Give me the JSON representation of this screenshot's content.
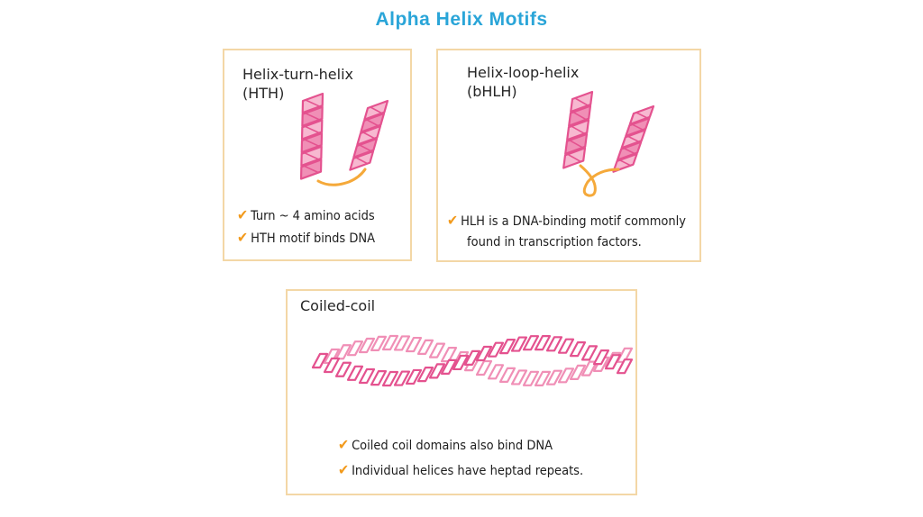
{
  "slide": {
    "title": "Alpha Helix Motifs"
  },
  "panels": {
    "hth": {
      "heading_line1": "Helix-turn-helix",
      "heading_line2": "(HTH)",
      "bullets": [
        "Turn ~ 4 amino acids",
        "HTH motif binds DNA"
      ]
    },
    "bhlh": {
      "heading_line1": "Helix-loop-helix",
      "heading_line2": "(bHLH)",
      "bullets": [
        "HLH is a DNA-binding motif commonly",
        "found in transcription factors."
      ]
    },
    "coil": {
      "heading": "Coiled-coil",
      "bullets": [
        "Coiled coil domains also bind DNA",
        "Individual helices have heptad repeats."
      ]
    }
  },
  "colors": {
    "title": "#2aa5d8",
    "panel_border": "#f3d7a6",
    "helix": "#e4528f",
    "helix_light": "#f08fb6",
    "helix_face": "#f7b8d0",
    "loop": "#f5a93a",
    "check": "#f29a1c"
  },
  "icons": {
    "check": "checkmark-icon"
  }
}
